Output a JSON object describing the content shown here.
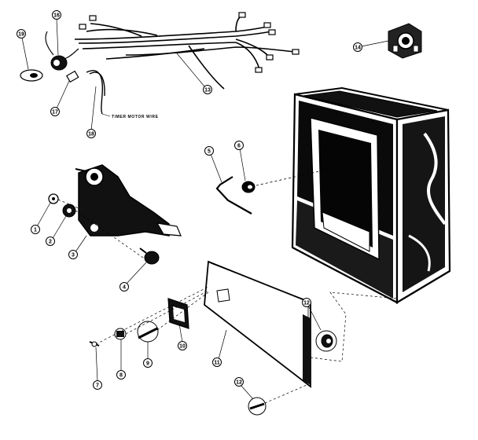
{
  "callouts": {
    "c1": "1",
    "c2": "2",
    "c3": "3",
    "c4": "4",
    "c5": "5",
    "c6": "6",
    "c7": "7",
    "c8": "8",
    "c9": "9",
    "c10": "10",
    "c11": "11",
    "c12a": "12",
    "c12b": "12",
    "c13": "13",
    "c14": "14",
    "c16": "16",
    "c17": "17",
    "c18": "18",
    "c19": "19"
  },
  "labels": {
    "timer_motor_wire": "TIMER MOTOR WIRE"
  },
  "colors": {
    "ink": "#000000",
    "paper": "#ffffff"
  }
}
